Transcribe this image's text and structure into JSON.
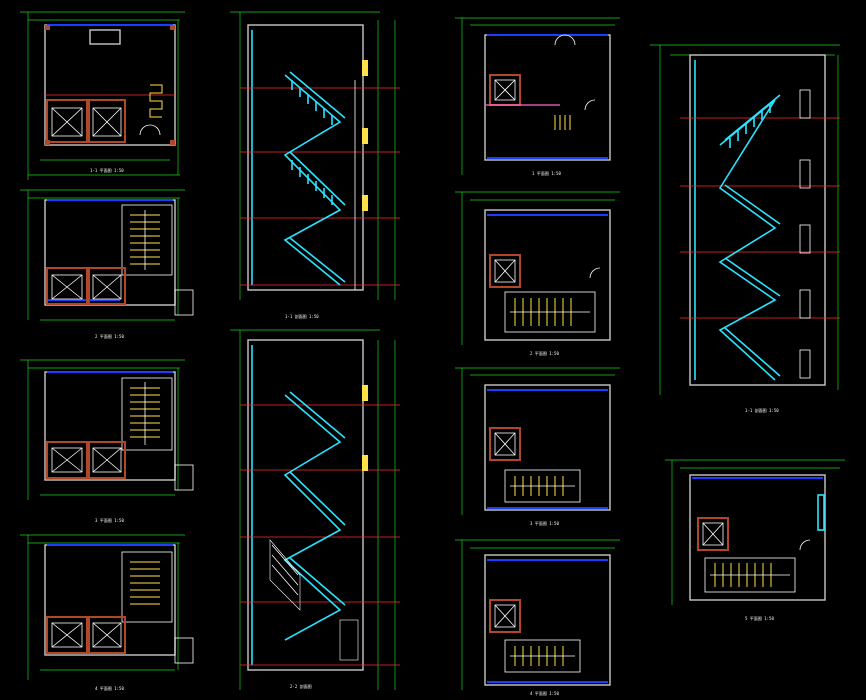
{
  "drawing": {
    "background": "#000000",
    "colors": {
      "dimension": "#18d018",
      "wall": "#c8c8c8",
      "stair_rail": "#29e3ff",
      "axis": "#ff2a2a",
      "window": "#1c3cff",
      "stair_tread": "#ffe24a",
      "column": "#b0472a",
      "door": "#ffffff"
    },
    "sheets": [
      {
        "id": "plan-a1",
        "caption": "1-1 平面图 1:50"
      },
      {
        "id": "plan-a2",
        "caption": "2 平面图 1:50"
      },
      {
        "id": "plan-a3",
        "caption": "3 平面图 1:50"
      },
      {
        "id": "plan-a4",
        "caption": "4 平面图 1:50"
      },
      {
        "id": "section-b1",
        "caption": "1-1 剖面图 1:50"
      },
      {
        "id": "section-b2",
        "caption": "2-2 剖面图"
      },
      {
        "id": "plan-c1",
        "caption": "1 平面图 1:50"
      },
      {
        "id": "plan-c2",
        "caption": "2 平面图 1:50"
      },
      {
        "id": "plan-c3",
        "caption": "3 平面图 1:50"
      },
      {
        "id": "plan-c4",
        "caption": "4 平面图 1:50"
      },
      {
        "id": "section-d1",
        "caption": "1-1 剖面图 1:50"
      },
      {
        "id": "plan-d2",
        "caption": "5 平面图 1:50"
      }
    ]
  }
}
